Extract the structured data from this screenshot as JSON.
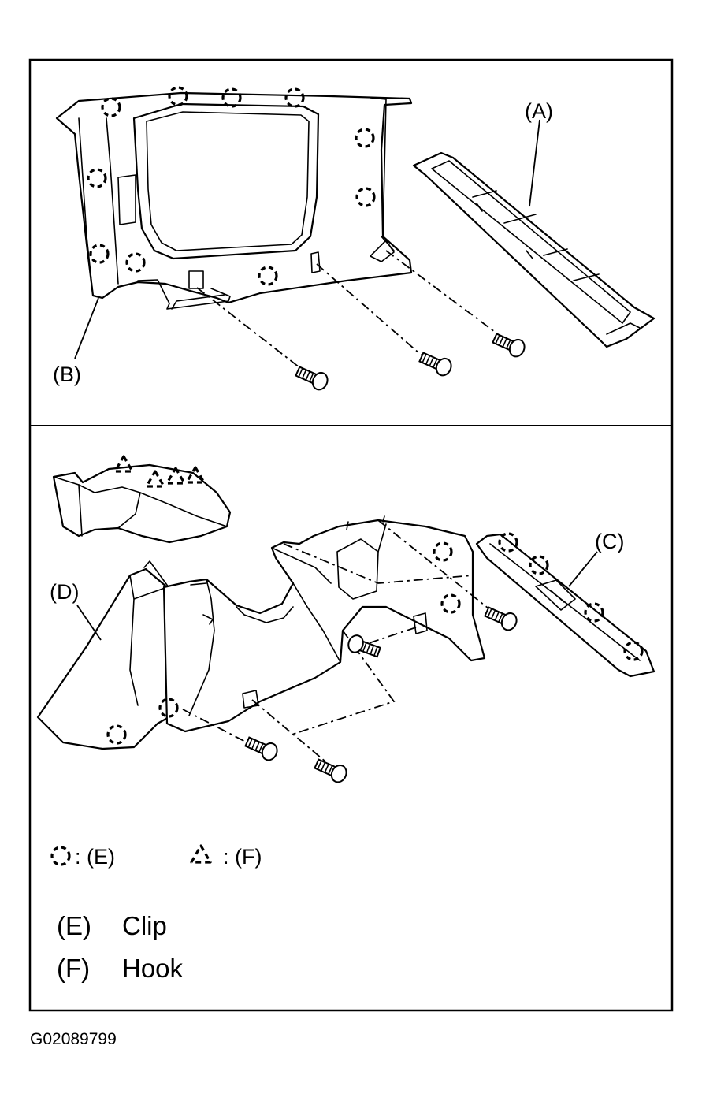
{
  "callouts": {
    "a": "(A)",
    "b": "(B)",
    "c": "(C)",
    "d": "(D)"
  },
  "legend": {
    "clip_symbol_label": ": (E)",
    "hook_symbol_label": ": (F)",
    "items": [
      {
        "code": "(E)",
        "name": "Clip"
      },
      {
        "code": "(F)",
        "name": "Hook"
      }
    ]
  },
  "figure_id": "G02089799",
  "symbols": {
    "clip": "dashed-circle-icon",
    "hook": "dashed-triangle-icon"
  }
}
